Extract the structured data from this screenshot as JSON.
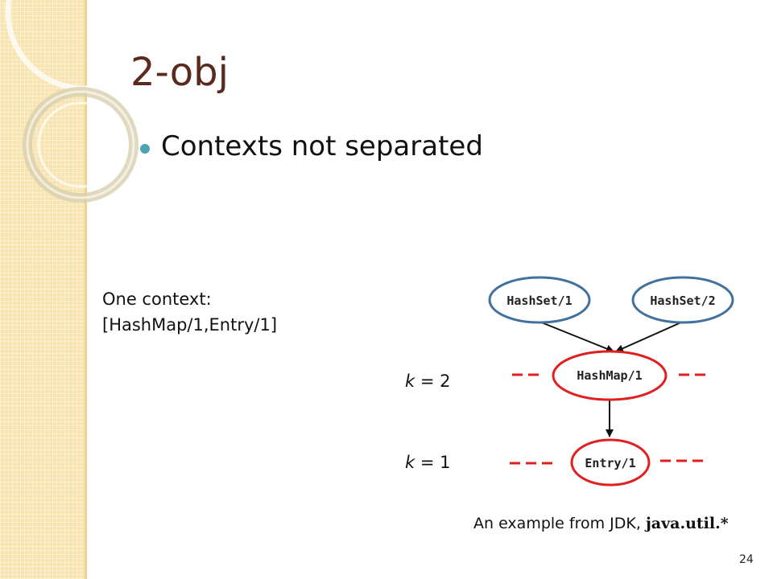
{
  "slide": {
    "title": "2-obj",
    "bullet": "Contexts not separated",
    "note_line1": "One context:",
    "note_line2": "[HashMap/1,Entry/1]",
    "caption_text": "An example from JDK, ",
    "caption_bold": "java.util.*",
    "page_number": "24"
  },
  "diagram": {
    "levels": [
      {
        "k": "k",
        "value": " = 2"
      },
      {
        "k": "k",
        "value": " = 1"
      }
    ],
    "nodes": [
      {
        "id": "hashset1",
        "label": "HashSet/1",
        "color": "#41719c"
      },
      {
        "id": "hashset2",
        "label": "HashSet/2",
        "color": "#41719c"
      },
      {
        "id": "hashmap1",
        "label": "HashMap/1",
        "color": "#e02020"
      },
      {
        "id": "entry1",
        "label": "Entry/1",
        "color": "#e02020"
      }
    ],
    "edges": [
      {
        "from": "hashset1",
        "to": "hashmap1"
      },
      {
        "from": "hashset2",
        "to": "hashmap1"
      },
      {
        "from": "hashmap1",
        "to": "entry1"
      }
    ],
    "level_dash_color": "#e02020"
  }
}
